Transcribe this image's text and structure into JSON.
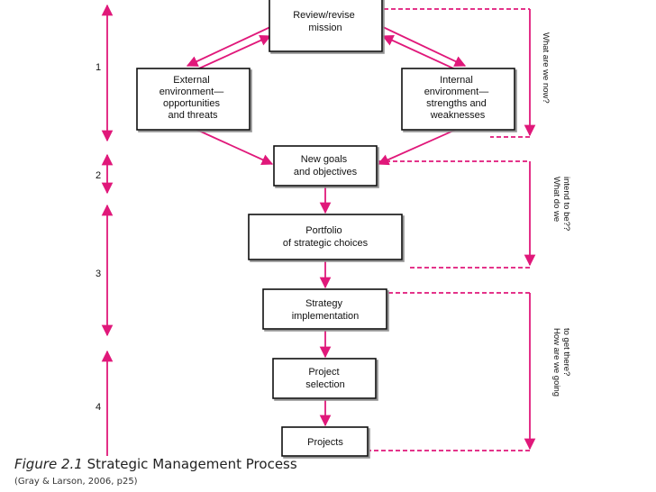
{
  "nodes": {
    "mission": [
      "Review/revise",
      "mission"
    ],
    "external": [
      "External",
      "environment—",
      "opportunities",
      "and threats"
    ],
    "internal": [
      "Internal",
      "environment—",
      "strengths and",
      "weaknesses"
    ],
    "goals": [
      "New goals",
      "and objectives"
    ],
    "portfolio": [
      "Portfolio",
      "of strategic choices"
    ],
    "implementation": [
      "Strategy",
      "implementation"
    ],
    "selection": [
      "Project",
      "selection"
    ],
    "projects": [
      "Projects"
    ]
  },
  "phases": [
    "1",
    "2",
    "3",
    "4"
  ],
  "questions": {
    "q1": [
      "What are we now?"
    ],
    "q2": [
      "What do we",
      "intend to be??"
    ],
    "q3": [
      "How are we going",
      "to get there?"
    ]
  },
  "caption": {
    "figure_label": "Figure 2.1",
    "title": "Strategic Management Process",
    "source": "(Gray & Larson, 2006, p25)"
  },
  "colors": {
    "accent": "#e0187a"
  }
}
